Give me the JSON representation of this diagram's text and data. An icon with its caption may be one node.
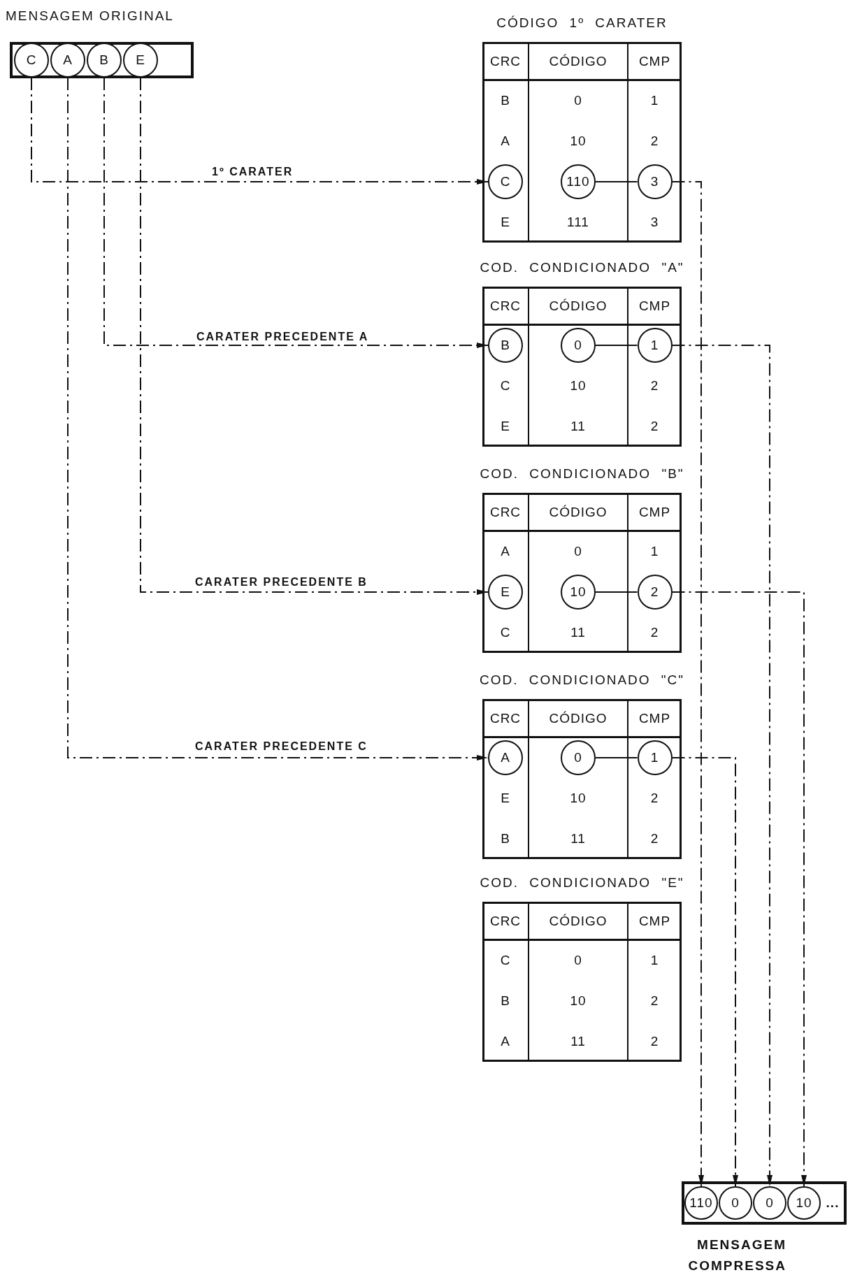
{
  "diagram": {
    "nodes": [
      {
        "text": [
          "MENSAGEM ORIGINAL"
        ]
      },
      {
        "text": [
          "C"
        ],
        "in": 0
      },
      {
        "text": [
          "A"
        ],
        "in": 0
      },
      {
        "text": [
          "B"
        ],
        "in": 0
      },
      {
        "text": [
          "E"
        ],
        "in": 0
      },
      {
        "text": [
          "CÓDIGO 1º CARATER",
          "CRC",
          "CÓDIGO",
          "CMP",
          "B",
          "0",
          "1",
          "A",
          "10",
          "2",
          "E",
          "111",
          "3"
        ]
      },
      {
        "text": [
          "C"
        ],
        "in": 5
      },
      {
        "text": [
          "110"
        ],
        "in": 5
      },
      {
        "text": [
          "3"
        ],
        "in": 5
      },
      {
        "text": [
          "COD. CONDICIONADO \"A\"",
          "CRC",
          "CÓDIGO",
          "CMP",
          "C",
          "10",
          "2",
          "E",
          "11",
          "2"
        ]
      },
      {
        "text": [
          "B"
        ],
        "in": 9
      },
      {
        "text": [
          "0"
        ],
        "in": 9
      },
      {
        "text": [
          "1"
        ],
        "in": 9
      },
      {
        "text": [
          "COD. CONDICIONADO \"B\"",
          "CRC",
          "CÓDIGO",
          "CMP",
          "A",
          "0",
          "1",
          "C",
          "11",
          "2"
        ]
      },
      {
        "text": [
          "E"
        ],
        "in": 13
      },
      {
        "text": [
          "10"
        ],
        "in": 13
      },
      {
        "text": [
          "2"
        ],
        "in": 13
      },
      {
        "text": [
          "COD. CONDICIONADO \"C\"",
          "CRC",
          "CÓDIGO",
          "CMP",
          "E",
          "10",
          "2",
          "B",
          "11",
          "2"
        ]
      },
      {
        "text": [
          "A"
        ],
        "in": 17
      },
      {
        "text": [
          "0"
        ],
        "in": 17
      },
      {
        "text": [
          "1"
        ],
        "in": 17
      },
      {
        "text": [
          "COD. CONDICIONADO \"E\"",
          "CRC",
          "CÓDIGO",
          "CMP",
          "C",
          "0",
          "1",
          "B",
          "10",
          "2",
          "A",
          "11",
          "2"
        ]
      },
      {
        "text": [
          "MENSAGEM COMPRESSA",
          "..."
        ]
      },
      {
        "text": [
          "110"
        ],
        "in": 22
      },
      {
        "text": [
          "0"
        ],
        "in": 22
      },
      {
        "text": [
          "0"
        ],
        "in": 22
      },
      {
        "text": [
          "10"
        ],
        "in": 22
      }
    ],
    "edges": [
      {
        "from": 1,
        "to": 6,
        "arrow": "to",
        "label": "1º CARATER",
        "style": "dashed"
      },
      {
        "from": 3,
        "to": 10,
        "arrow": "to",
        "label": "CARATER PRECEDENTE A",
        "style": "dashed"
      },
      {
        "from": 4,
        "to": 14,
        "arrow": "to",
        "label": "CARATER PRECEDENTE B",
        "style": "dashed"
      },
      {
        "from": 2,
        "to": 18,
        "arrow": "to",
        "label": "CARATER PRECEDENTE C",
        "style": "dashed"
      },
      {
        "from": 7,
        "to": 8,
        "arrow": "none"
      },
      {
        "from": 11,
        "to": 12,
        "arrow": "none"
      },
      {
        "from": 15,
        "to": 16,
        "arrow": "none"
      },
      {
        "from": 19,
        "to": 20,
        "arrow": "none"
      },
      {
        "from": 8,
        "to": 23,
        "arrow": "to",
        "style": "dashed"
      },
      {
        "from": 12,
        "to": 25,
        "arrow": "to",
        "style": "dashed"
      },
      {
        "from": 16,
        "to": 26,
        "arrow": "to",
        "style": "dashed"
      },
      {
        "from": 20,
        "to": 24,
        "arrow": "to",
        "style": "dashed"
      }
    ]
  }
}
